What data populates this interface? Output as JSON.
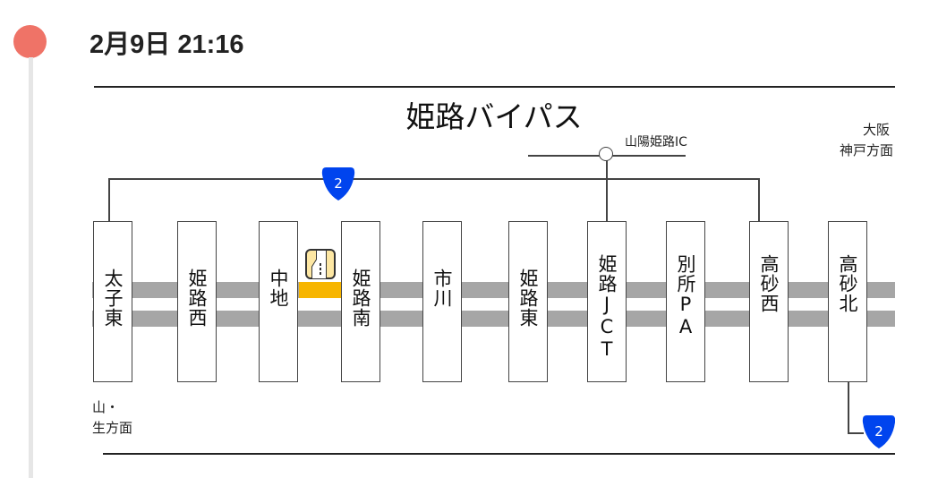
{
  "header": {
    "datetime": "2月9日 21:16"
  },
  "diagram": {
    "title": "姫路バイパス",
    "interchange_label": "山陽姫路IC",
    "right_direction": [
      "大阪",
      "神戸方面"
    ],
    "left_direction": [
      "山・",
      "生方面"
    ],
    "route_number": "2",
    "stations": [
      "太子東",
      "姫路西",
      "中地",
      "姫路南",
      "市川",
      "姫路東",
      "姫路JCT",
      "別所PA",
      "高砂西",
      "高砂北"
    ],
    "congestion_color": "#f7b500",
    "shield_color": "#0044ee"
  }
}
